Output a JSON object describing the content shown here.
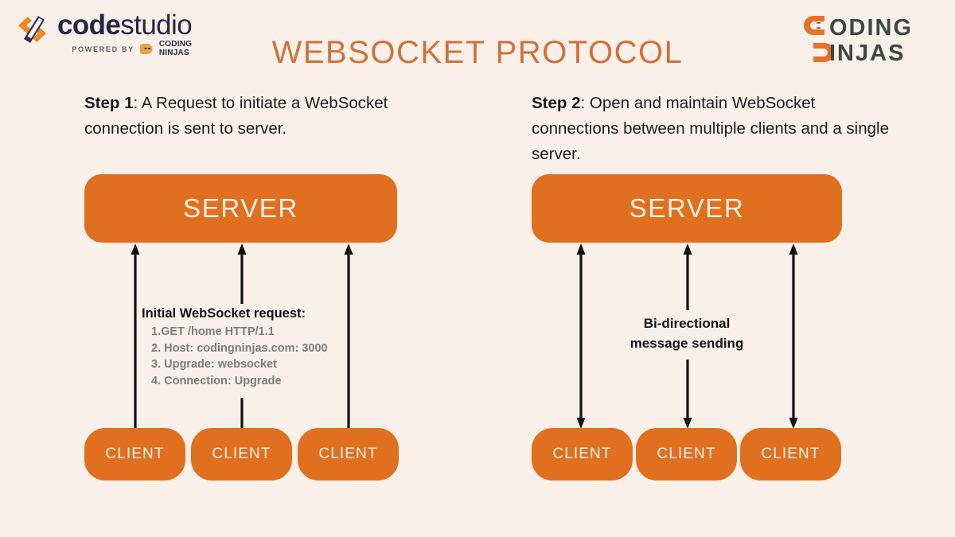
{
  "header": {
    "brand_left": {
      "logo_icon": "codestudio-logo-icon",
      "name_bold": "code",
      "name_light": "studio",
      "powered_by": "POWERED BY",
      "partner_icon": "coding-ninjas-mini-icon",
      "partner_line1": "CODING",
      "partner_line2": "NINJAS"
    },
    "title": "WEBSOCKET PROTOCOL",
    "brand_right": {
      "icon": "coding-ninjas-logo-icon",
      "line1": "ODING",
      "line2": "INJAS"
    }
  },
  "steps": [
    {
      "label": "Step 1",
      "text": ": A Request to initiate a WebSocket connection is sent to server.",
      "server_label": "SERVER",
      "clients": [
        "CLIENT",
        "CLIENT",
        "CLIENT"
      ],
      "note": {
        "title": "Initial WebSocket request:",
        "items": [
          "1.GET /home HTTP/1.1",
          "2. Host: codingninjas.com: 3000",
          "3. Upgrade: websocket",
          "4. Connection: Upgrade"
        ]
      },
      "arrow_direction": "client-to-server"
    },
    {
      "label": "Step 2",
      "text": ": Open and maintain WebSocket connections between multiple clients and a single server.",
      "server_label": "SERVER",
      "clients": [
        "CLIENT",
        "CLIENT",
        "CLIENT"
      ],
      "note": {
        "line1": "Bi-directional",
        "line2": "message sending"
      },
      "arrow_direction": "bi-directional"
    }
  ],
  "colors": {
    "background": "#faf0ea",
    "orange": "#e0701f",
    "title_orange": "#d2703a",
    "box_text": "#fdf1e6",
    "navy": "#232744",
    "list_gray": "#7d7d7d",
    "arrow": "#111111"
  }
}
